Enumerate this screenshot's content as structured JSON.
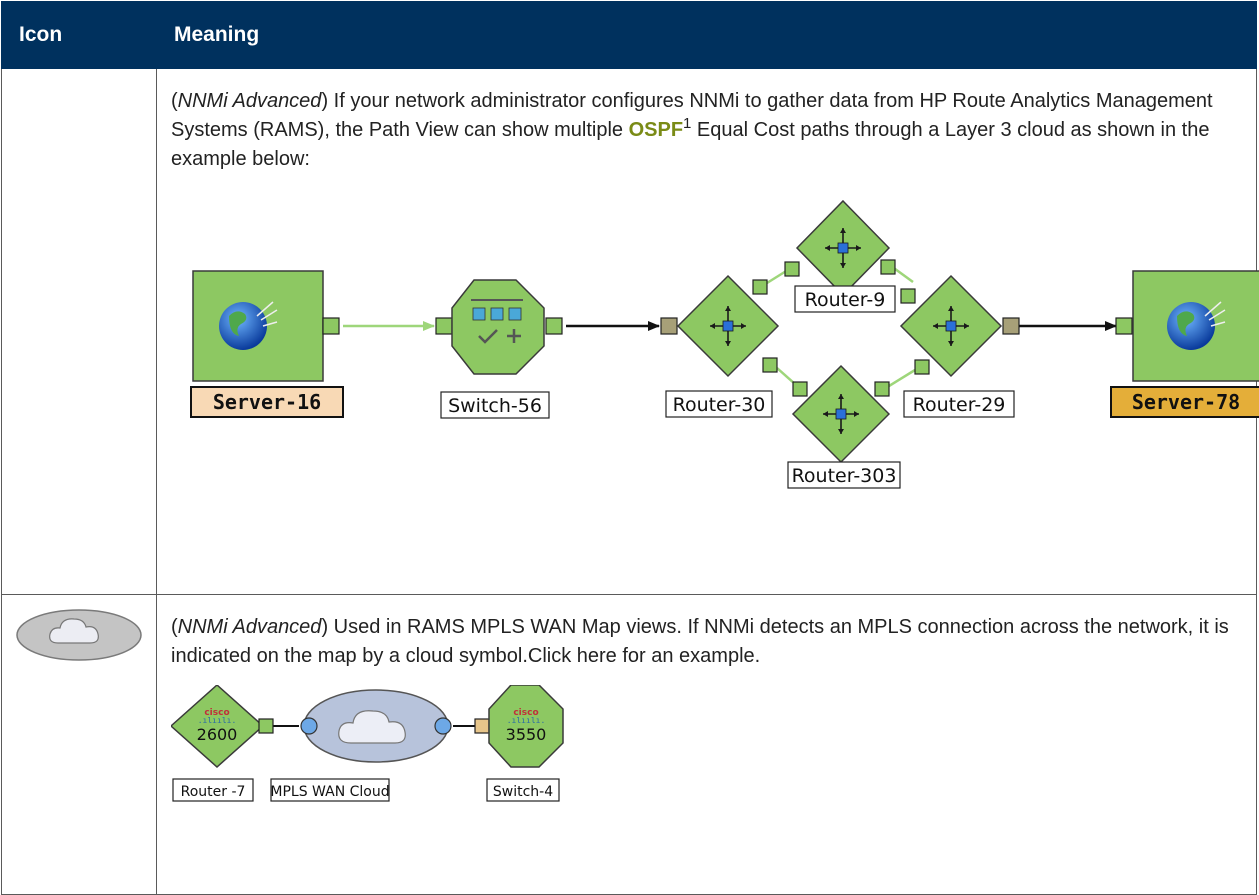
{
  "table": {
    "header": {
      "icon": "Icon",
      "meaning": "Meaning"
    },
    "row1": {
      "prefix": "(",
      "qualifier": "NNMi Advanced",
      "text_a": ") If your network administrator configures NNMi to gather data from HP Route Analytics Management Systems (RAMS), the Path View can show multiple ",
      "link": "OSPF",
      "footnote": "1",
      "text_b": " Equal Cost paths through a Layer 3 cloud as shown in the example below:",
      "figure": {
        "source_label": "Server-16",
        "switch_label": "Switch-56",
        "router_30": "Router-30",
        "router_9": "Router-9",
        "router_303": "Router-303",
        "router_29": "Router-29",
        "dest_label": "Server-78"
      }
    },
    "row2": {
      "prefix": "(",
      "qualifier": "NNMi Advanced",
      "text": ") Used in RAMS MPLS WAN Map views. If NNMi detects an MPLS connection across the network, it is indicated on the map by a cloud symbol.Click here for an example.",
      "icon_name": "mpls-cloud-icon",
      "figure": {
        "router_model": "2600",
        "switch_model": "3550",
        "vendor": "cisco",
        "router_label": "Router -7",
        "cloud_label": "MPLS WAN Cloud",
        "switch_label": "Switch-4"
      }
    }
  },
  "colors": {
    "header_bg": "#00315e",
    "node_green": "#8dc862",
    "link_green": "#9ed67a",
    "source_label_bg": "#f8d9b5",
    "dest_label_bg": "#e4ae39",
    "highlight": "#7a8b16"
  }
}
